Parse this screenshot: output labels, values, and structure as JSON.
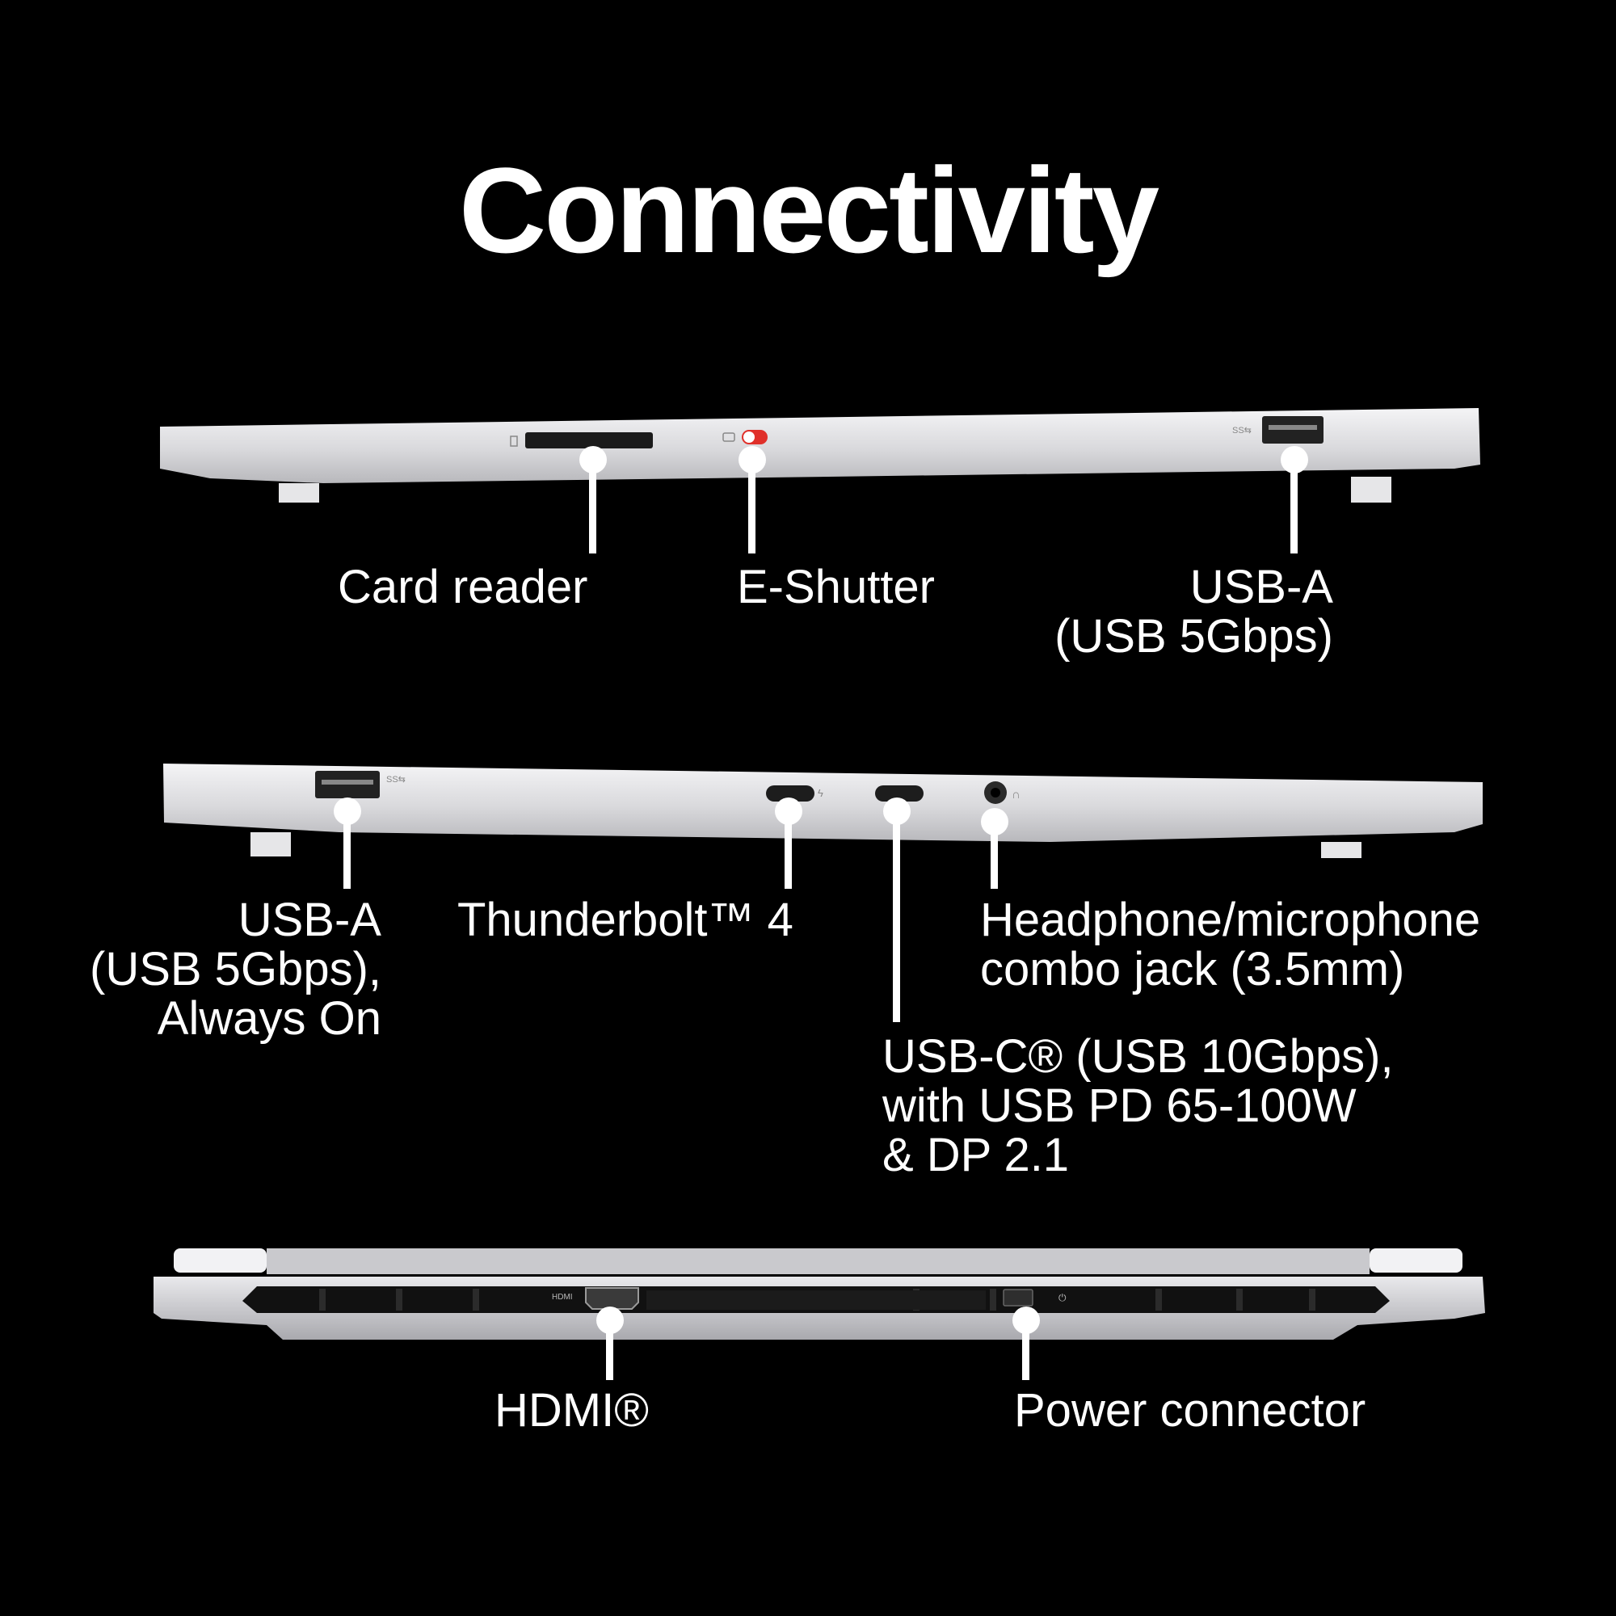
{
  "title": "Connectivity",
  "colors": {
    "background": "#000000",
    "text": "#ffffff",
    "chassis": "#dcdcde",
    "shutter_accent": "#e0302a"
  },
  "views": [
    {
      "name": "left-side-view"
    },
    {
      "name": "right-side-view"
    },
    {
      "name": "rear-view"
    }
  ],
  "labels": {
    "card_reader": "Card reader",
    "e_shutter": "E-Shutter",
    "usb_a_right": "USB-A\n(USB 5Gbps)",
    "usb_a_left": "USB-A\n(USB 5Gbps),\nAlways On",
    "thunderbolt": "Thunderbolt™ 4",
    "headphone": "Headphone/microphone\ncombo jack (3.5mm)",
    "usb_c": "USB-C® (USB 10Gbps),\nwith USB PD 65-100W\n& DP 2.1",
    "hdmi": "HDMI®",
    "power": "Power connector"
  },
  "port_marks": {
    "usb_ss": "SS⇆",
    "hdmi": "HDMI"
  }
}
